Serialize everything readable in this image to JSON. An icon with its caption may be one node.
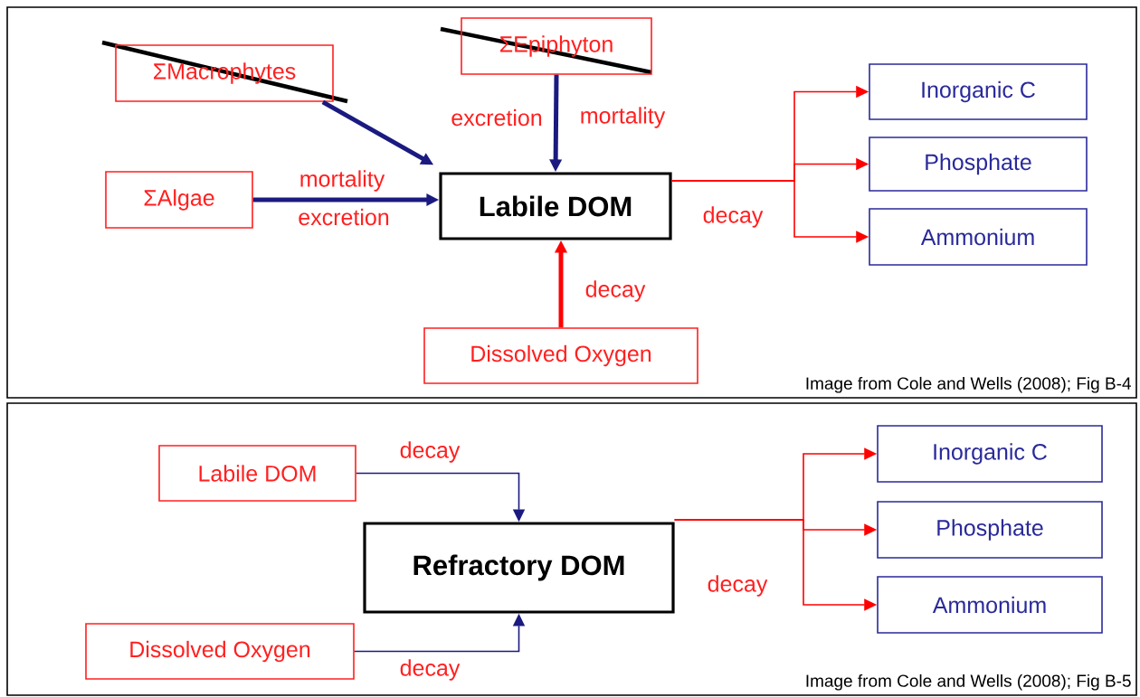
{
  "diagram": {
    "nodes": [
      {
        "text": [
          "Image from Cole and Wells (2008); Fig B-4"
        ]
      },
      {
        "text": [
          "ΣMacrophytes"
        ],
        "in": 0
      },
      {
        "text": [
          "ΣEpiphyton"
        ],
        "in": 0
      },
      {
        "text": [
          "ΣAlgae"
        ],
        "in": 0
      },
      {
        "text": [
          "Labile DOM"
        ],
        "in": 0
      },
      {
        "text": [
          "Dissolved Oxygen"
        ],
        "in": 0
      },
      {
        "text": [
          "Inorganic C"
        ],
        "in": 0
      },
      {
        "text": [
          "Phosphate"
        ],
        "in": 0
      },
      {
        "text": [
          "Ammonium"
        ],
        "in": 0
      },
      {
        "text": [
          "Image from Cole and Wells (2008); Fig B-5"
        ]
      },
      {
        "text": [
          "Labile DOM"
        ],
        "in": 9
      },
      {
        "text": [
          "Refractory DOM"
        ],
        "in": 9
      },
      {
        "text": [
          "Dissolved Oxygen"
        ],
        "in": 9
      },
      {
        "text": [
          "Inorganic C"
        ],
        "in": 9
      },
      {
        "text": [
          "Phosphate"
        ],
        "in": 9
      },
      {
        "text": [
          "Ammonium"
        ],
        "in": 9
      }
    ],
    "edges": [
      {
        "from": 1,
        "to": 4,
        "arrow": "to",
        "style": "thick",
        "color": "#1a1a80"
      },
      {
        "from": 2,
        "to": 4,
        "arrow": "to",
        "label": "excretion",
        "style": "thick",
        "color": "#1a1a80"
      },
      {
        "from": 3,
        "to": 4,
        "arrow": "to",
        "label": "mortality",
        "style": "thick",
        "color": "#1a1a80"
      },
      {
        "from": 5,
        "to": 4,
        "arrow": "to",
        "label": "decay",
        "style": "thick"
      },
      {
        "from": 4,
        "to": 6,
        "arrow": "to",
        "label": "decay"
      },
      {
        "from": 4,
        "to": 7,
        "arrow": "to"
      },
      {
        "from": 4,
        "to": 8,
        "arrow": "to"
      },
      {
        "from": 10,
        "to": 11,
        "arrow": "to",
        "label": "decay",
        "color": "#1a1a80"
      },
      {
        "from": 12,
        "to": 11,
        "arrow": "to",
        "label": "decay",
        "color": "#1a1a80"
      },
      {
        "from": 11,
        "to": 13,
        "arrow": "to",
        "label": "decay"
      },
      {
        "from": 11,
        "to": 14,
        "arrow": "to"
      },
      {
        "from": 11,
        "to": 15,
        "arrow": "to"
      }
    ],
    "labels": [
      "mortality",
      "excretion"
    ]
  }
}
